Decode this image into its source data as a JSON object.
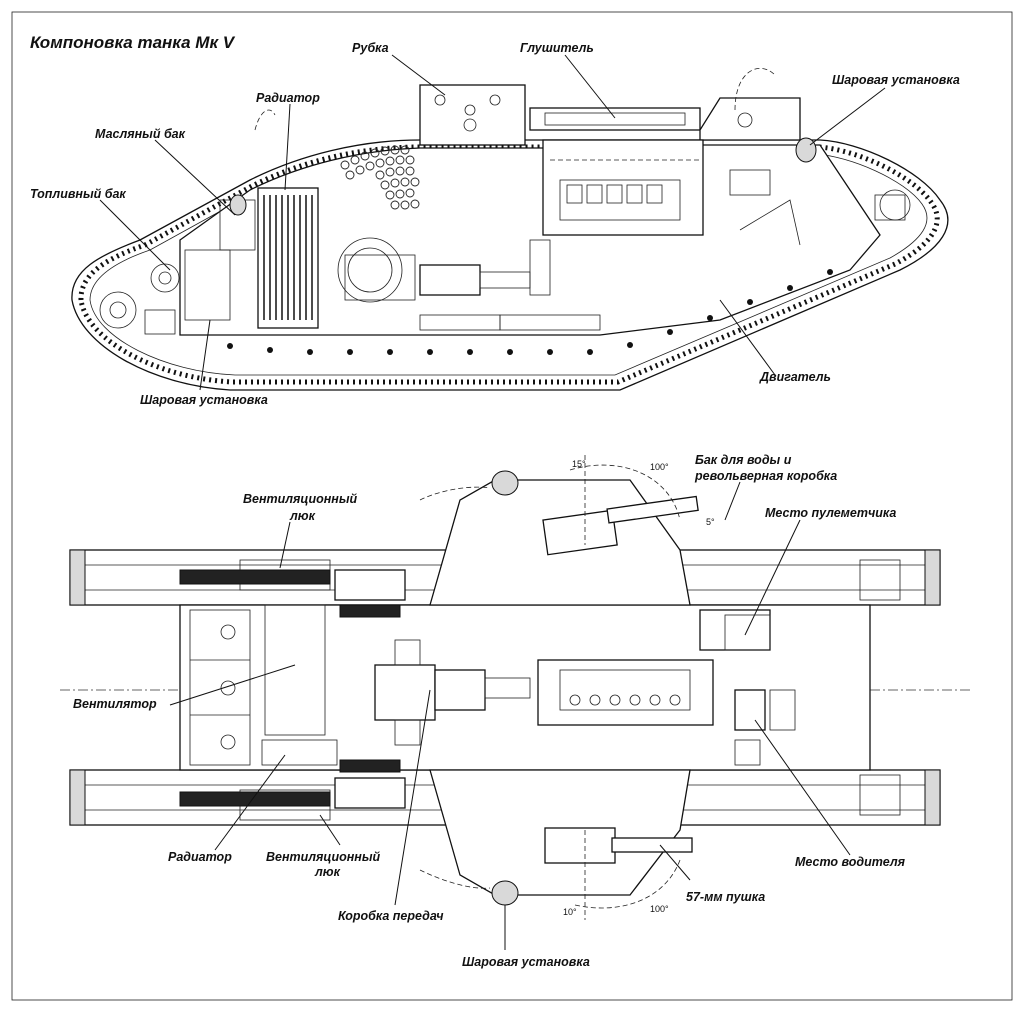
{
  "title": "Компоновка танка Мк V",
  "side_view_labels": {
    "cabin": "Рубка",
    "muffler": "Глушитель",
    "ball_mount_top": "Шаровая установка",
    "radiator": "Радиатор",
    "oil_tank": "Масляный бак",
    "fuel_tank": "Топливный бак",
    "ball_mount_bottom": "Шаровая установка",
    "engine": "Двигатель"
  },
  "top_view_labels": {
    "water_tank_line1": "Бак для воды и",
    "water_tank_line2": "револьверная коробка",
    "gunner_seat": "Место пулеметчика",
    "vent_hatch_top_line1": "Вентиляционный",
    "vent_hatch_top_line2": "люк",
    "fan": "Вентилятор",
    "radiator": "Радиатор",
    "vent_hatch_bottom_line1": "Вентиляционный",
    "vent_hatch_bottom_line2": "люк",
    "gearbox": "Коробка передач",
    "gun_57": "57-мм пушка",
    "driver_seat": "Место водителя",
    "ball_mount": "Шаровая установка"
  },
  "angles": {
    "top_a": "15°",
    "top_b": "100°",
    "top_c": "5°",
    "bottom_a": "10°",
    "bottom_b": "100°"
  }
}
